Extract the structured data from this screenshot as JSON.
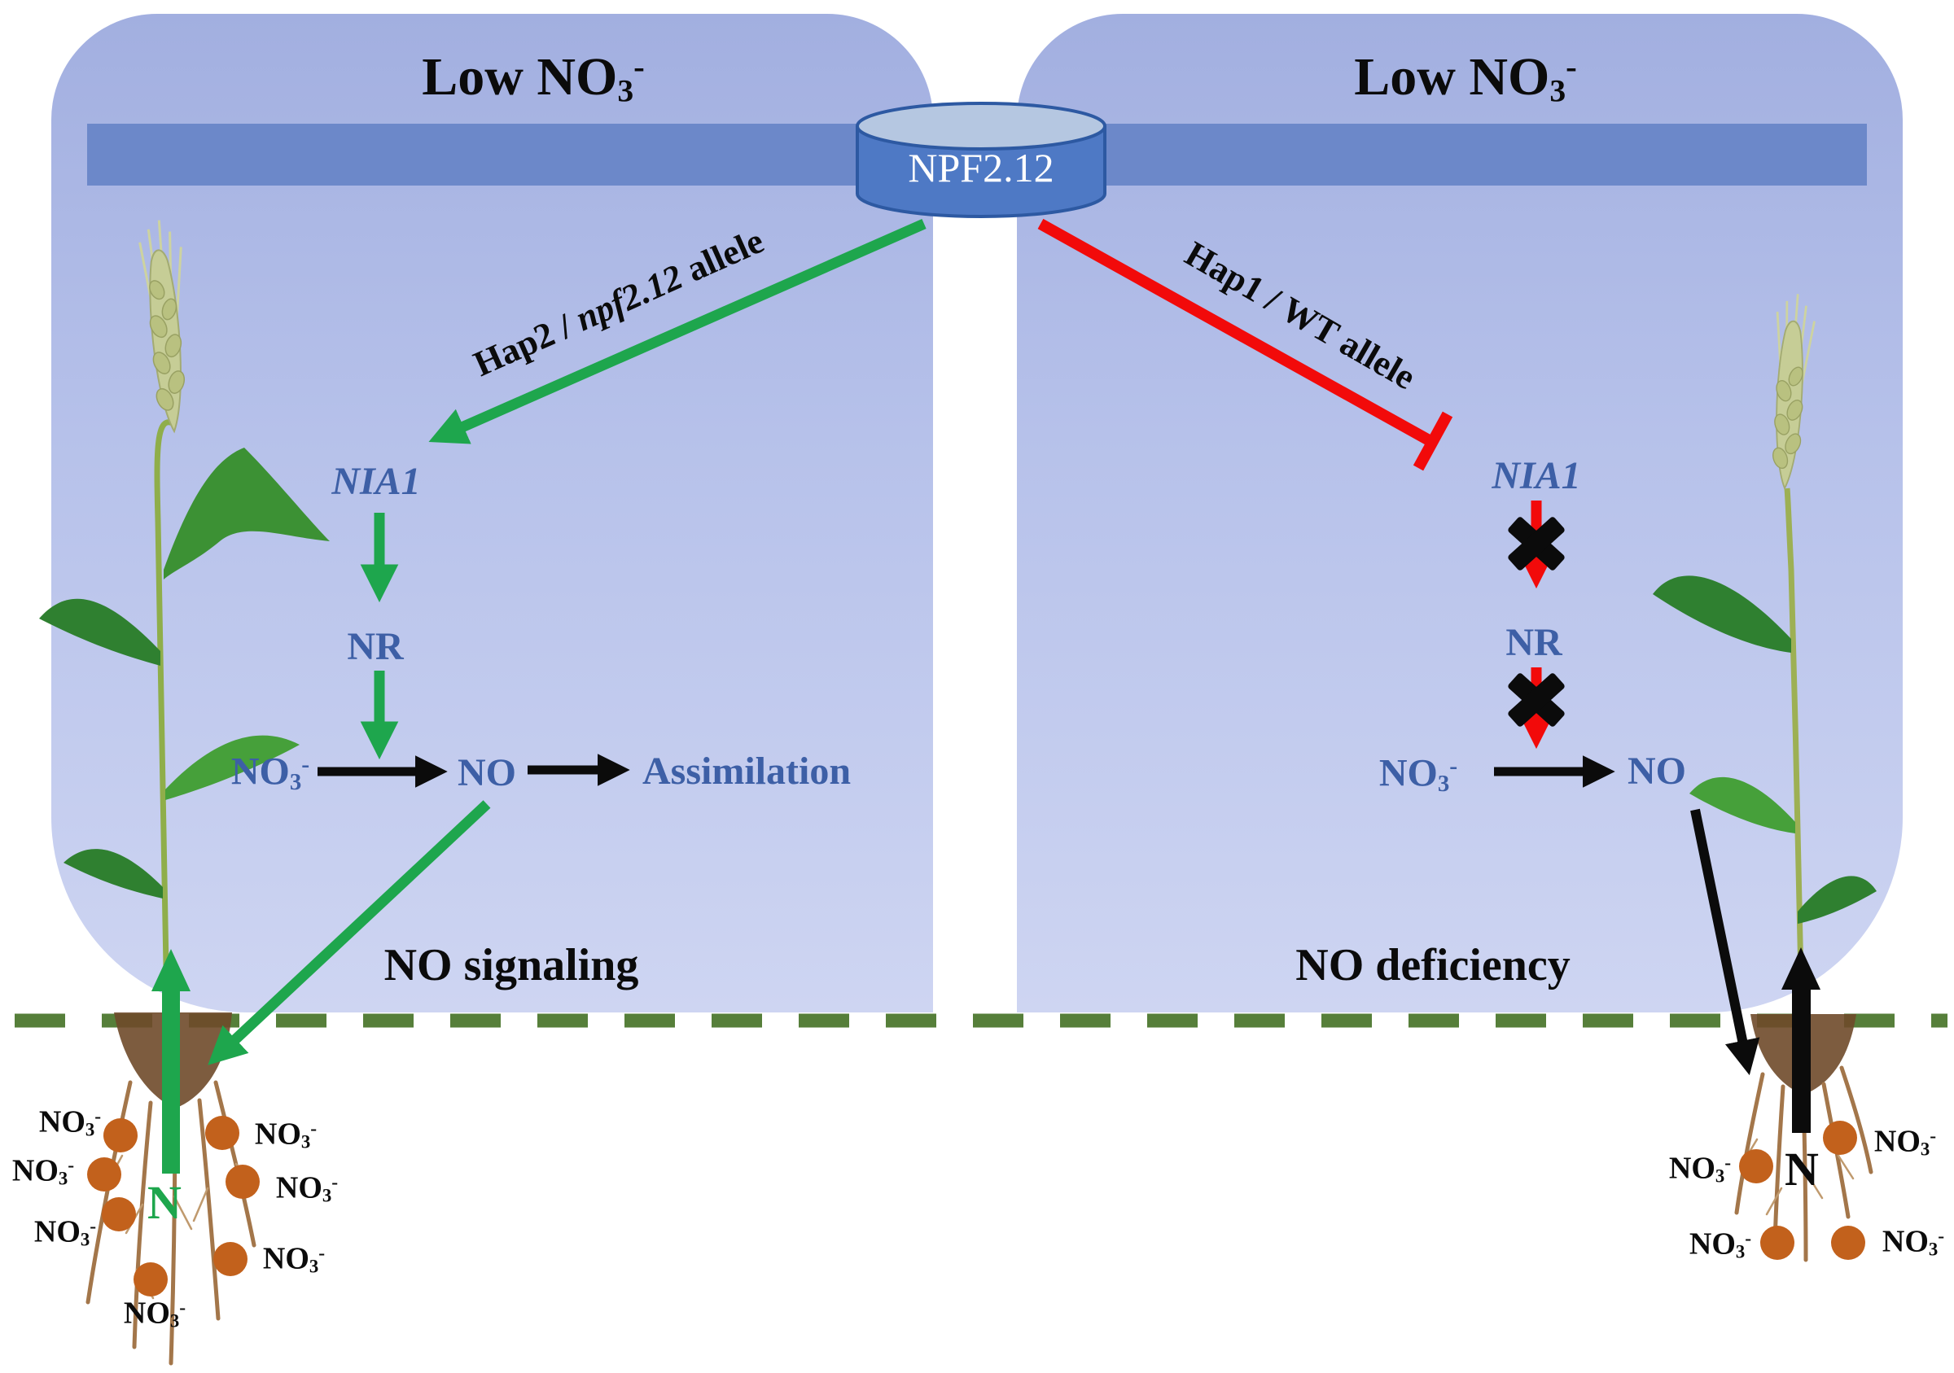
{
  "fig": {
    "transporter": "NPF2.12",
    "left_panel": {
      "title": {
        "base": "Low NO",
        "sub": "3",
        "sup": "-"
      },
      "allele_label": {
        "pre": "Hap2 / ",
        "italic": "npf2.12",
        "post": " allele"
      },
      "gene": "NIA1",
      "enzyme": "NR",
      "substrate": {
        "base": "NO",
        "sub": "3",
        "sup": "-"
      },
      "product": "NO",
      "assimilation": "Assimilation",
      "outcome": "NO signaling",
      "nitrogen": "N"
    },
    "right_panel": {
      "title": {
        "base": "Low NO",
        "sub": "3",
        "sup": "-"
      },
      "allele_label": {
        "text": "Hap1 / WT allele"
      },
      "gene": "NIA1",
      "enzyme": "NR",
      "substrate": {
        "base": "NO",
        "sub": "3",
        "sup": "-"
      },
      "product": "NO",
      "outcome": "NO deficiency",
      "nitrogen": "N"
    },
    "soil": {
      "nitrate": {
        "base": "NO",
        "sub": "3",
        "sup": "-"
      },
      "left_nitrate_count": 7,
      "right_nitrate_count": 4
    },
    "colors": {
      "activation_green": "#1EA64D",
      "inhibition_red": "#F20A0A",
      "pathway_blue": "#3D5FA6",
      "membrane_bar": "#6C88C9",
      "panel_top": "#A2AFE0",
      "panel_bottom": "#CED5F2",
      "soil_dash_green": "#567F3A",
      "nitrate_dot_orange": "#C2611C",
      "cylinder_body": "#4E79C5",
      "black": "#0B0B0B"
    }
  }
}
